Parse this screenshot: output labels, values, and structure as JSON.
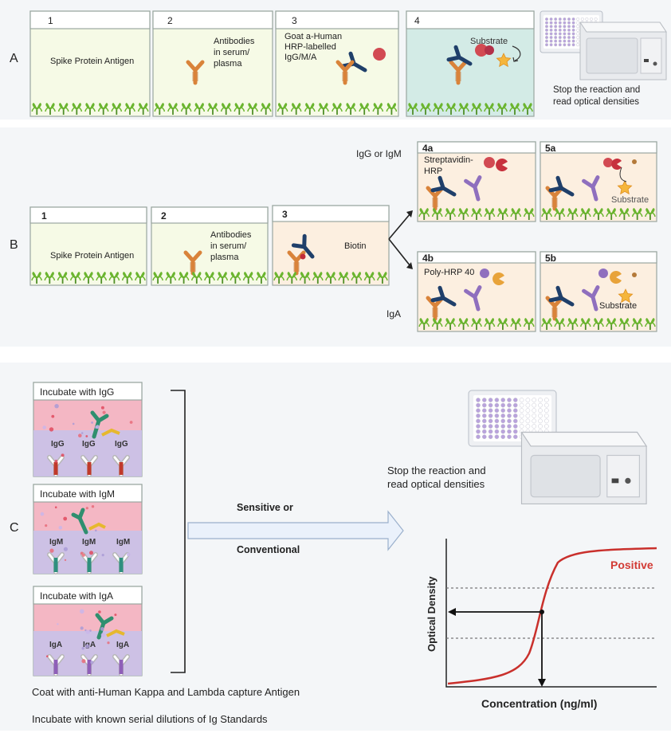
{
  "section_a": {
    "label": "A",
    "well_1": {
      "number": "1",
      "text": "Spike Protein Antigen"
    },
    "well_2": {
      "number": "2",
      "text_lines": [
        "Antibodies",
        "in serum/",
        "plasma"
      ]
    },
    "well_3": {
      "number": "3",
      "text_lines": [
        "Goat a-Human",
        "HRP-labelled",
        "IgG/M/A"
      ]
    },
    "well_4": {
      "number": "4",
      "text": "Substrate"
    },
    "reader_caption_lines": [
      "Stop the reaction and",
      "read optical densities"
    ]
  },
  "section_b": {
    "label": "B",
    "well_1": {
      "number": "1",
      "text": "Spike Protein Antigen"
    },
    "well_2": {
      "number": "2",
      "text_lines": [
        "Antibodies",
        "in serum/",
        "plasma"
      ]
    },
    "well_3": {
      "number": "3",
      "text": "Biotin"
    },
    "branch_top_label": "IgG or IgM",
    "branch_bottom_label": "IgA",
    "well_4a": {
      "number": "4a",
      "text_lines": [
        "Streptavidin-",
        "HRP"
      ]
    },
    "well_5a": {
      "number": "5a",
      "text": "Substrate"
    },
    "well_4b": {
      "number": "4b",
      "text": "Poly-HRP 40"
    },
    "well_5b": {
      "number": "5b",
      "text": "Substrate"
    }
  },
  "section_c": {
    "label": "C",
    "wells": [
      {
        "title": "Incubate with IgG",
        "ab_labels": [
          "IgG",
          "IgG",
          "IgG"
        ]
      },
      {
        "title": "Incubate  with IgM",
        "ab_labels": [
          "IgM",
          "IgM",
          "IgM"
        ]
      },
      {
        "title": "Incubate with IgA",
        "ab_labels": [
          "IgA",
          "IgA",
          "IgA"
        ]
      }
    ],
    "arrow_label_top": "Sensitive or",
    "arrow_label_bottom": "Conventional",
    "reader_caption_lines": [
      "Stop the reaction and",
      "read optical densities"
    ],
    "coat_caption": "Coat with  anti-Human  Kappa and Lambda capture Antigen",
    "incubate_caption": "Incubate with known serial dilutions of Ig Standards",
    "chart": {
      "ylabel": "Optical Density",
      "xlabel": "Concentration (ng/ml)",
      "curve_label": "Positive"
    }
  },
  "colors": {
    "panel_bg": "#f4f6f8",
    "well_green": "#f6fae6",
    "well_teal": "#d3ebe6",
    "well_peach": "#fcefe0",
    "antibody_orange": "#d9833a",
    "antibody_navy": "#1f3f6a",
    "antibody_purple": "#8f6fbe",
    "hrp_red": "#d24a52",
    "substrate_yellow": "#f5b63c",
    "curve_red": "#c9302c",
    "positive_text": "#d23b35",
    "antigen_green": "#5fa82e"
  }
}
